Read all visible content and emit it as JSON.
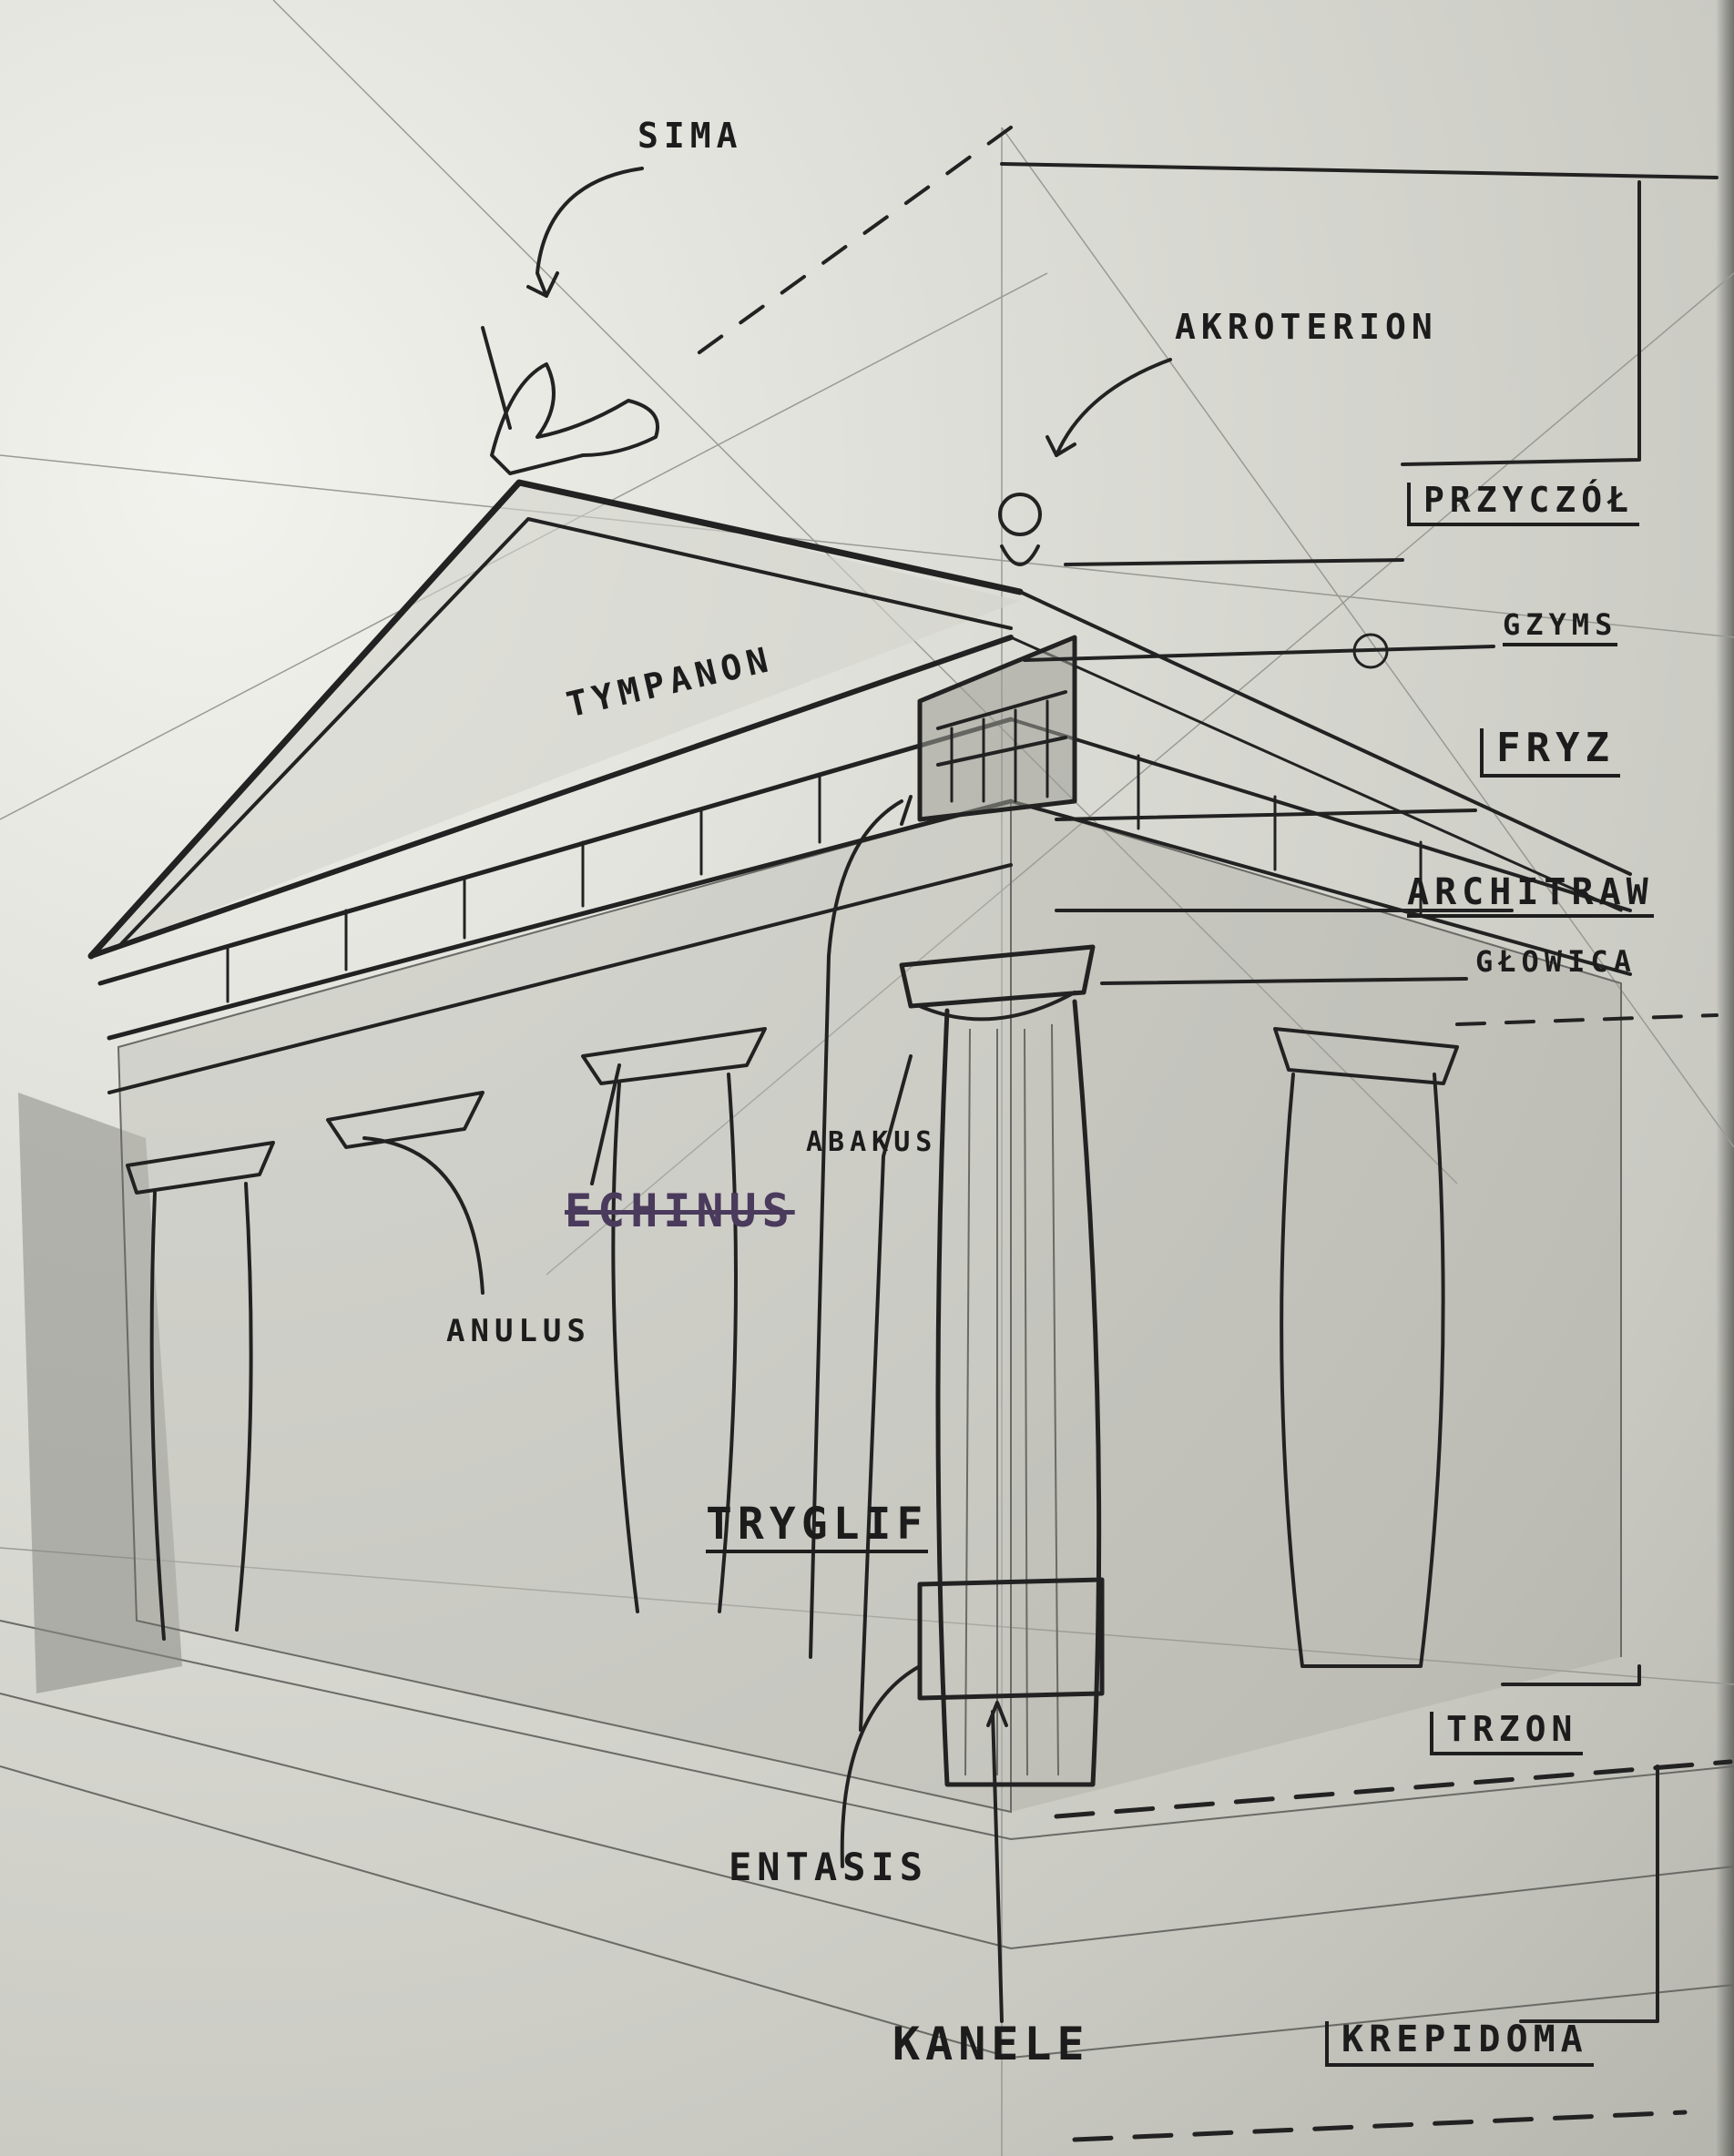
{
  "labels": {
    "sima": "SIMA",
    "akroterion": "AKROTERION",
    "przyczolek": "PRZYCZÓŁ",
    "gzyms": "GZYMS",
    "fryz": "FRYZ",
    "architraw": "ARCHITRAW",
    "glowica": "GŁOWICA",
    "tympanon": "TYMPANON",
    "abakus": "ABAKUS",
    "echinus": "ECHINUS",
    "anulus": "ANULUS",
    "tryglif": "TRYGLIF",
    "trzon": "TRZON",
    "entasis": "ENTASIS",
    "kanele": "KANELE",
    "krepidoma": "KREPIDOMA"
  },
  "colors": {
    "paper": "#deded8",
    "graphite": "#222222",
    "purple_ink": "#4a3a5c"
  }
}
